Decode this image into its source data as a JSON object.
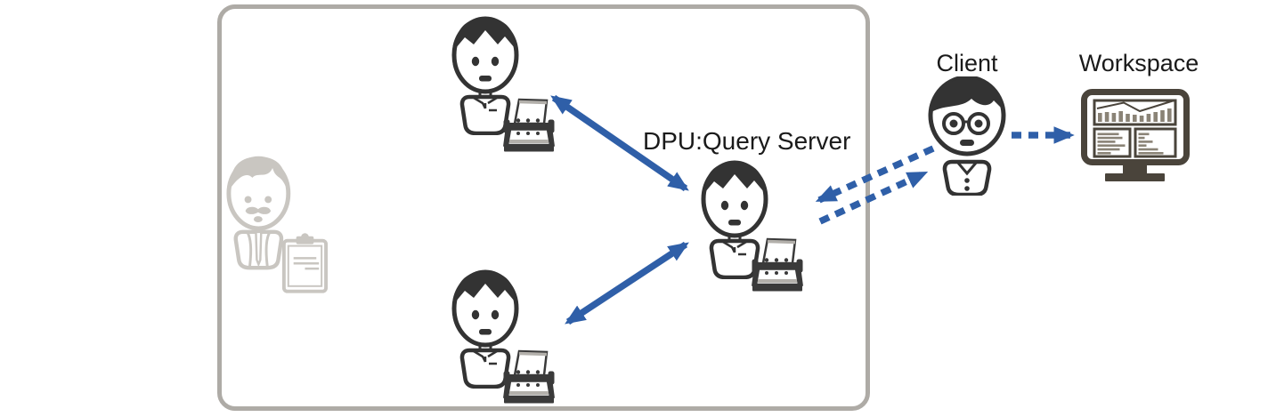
{
  "diagram": {
    "labels": {
      "dpu": "DPU:Query Server",
      "client": "Client",
      "workspace": "Workspace"
    },
    "nodes": [
      {
        "id": "manager",
        "icon": "manager-clipboard-icon",
        "label": "",
        "muted": true
      },
      {
        "id": "worker-top",
        "icon": "person-card-file-icon",
        "label": "",
        "muted": false
      },
      {
        "id": "worker-bottom",
        "icon": "person-card-file-icon",
        "label": "",
        "muted": false
      },
      {
        "id": "dpu-query-server",
        "icon": "person-card-file-icon",
        "label": "DPU:Query Server",
        "muted": false
      },
      {
        "id": "client",
        "icon": "person-glasses-icon",
        "label": "Client",
        "muted": false
      },
      {
        "id": "workspace",
        "icon": "monitor-dashboard-icon",
        "label": "Workspace",
        "muted": false
      }
    ],
    "edges": [
      {
        "from": "worker-top",
        "to": "dpu-query-server",
        "style": "solid",
        "arrows": "both"
      },
      {
        "from": "worker-bottom",
        "to": "dpu-query-server",
        "style": "solid",
        "arrows": "both"
      },
      {
        "from": "client",
        "to": "dpu-query-server",
        "style": "dashed",
        "arrows": "end"
      },
      {
        "from": "dpu-query-server",
        "to": "client",
        "style": "dashed",
        "arrows": "end"
      },
      {
        "from": "client",
        "to": "workspace",
        "style": "dashed",
        "arrows": "end"
      }
    ],
    "colors": {
      "arrow_blue": "#2F5FA8",
      "box_border": "#AEABA6",
      "icon_dark": "#333333",
      "icon_muted": "#C9C6C1",
      "monitor_frame": "#4A443B",
      "monitor_bars": "#8A8376"
    }
  }
}
